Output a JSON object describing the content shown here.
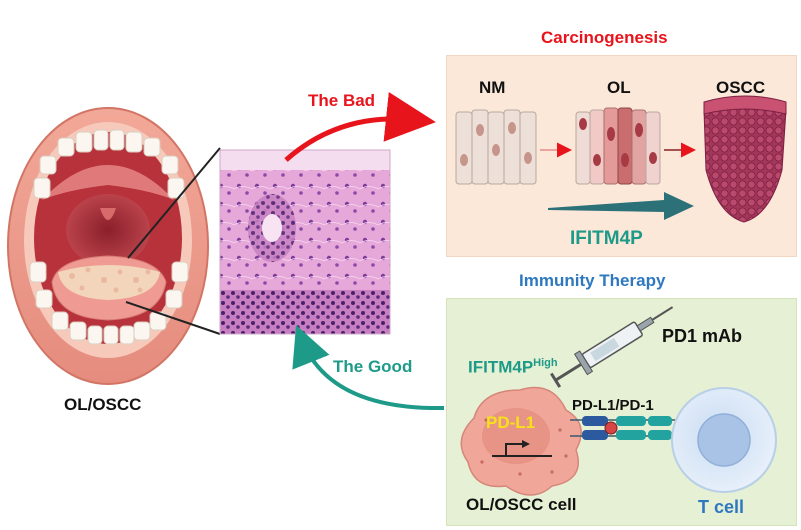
{
  "title_carcinogenesis": "Carcinogenesis",
  "title_immunity": "Immunity Therapy",
  "bad_label": "The Bad",
  "good_label": "The Good",
  "mouth_label": "OL/OSCC",
  "stages": {
    "nm": "NM",
    "ol": "OL",
    "oscc": "OSCC"
  },
  "ifitm4p": "IFITM4P",
  "ifitm4p_high_base": "IFITM4P",
  "ifitm4p_high_sup": "High",
  "pd1_mab": "PD1 mAb",
  "pdl1": "PD-L1",
  "pdl1_pd1": "PD-L1/PD-1",
  "cell_label": "OL/OSCC cell",
  "tcell_label": "T cell",
  "colors": {
    "red": "#e8141c",
    "blue": "#2e78c0",
    "teal": "#1e9a88",
    "panel_top": "#fbe8d9",
    "panel_bottom": "#e6f0d4",
    "yellow": "#f5e21a"
  }
}
